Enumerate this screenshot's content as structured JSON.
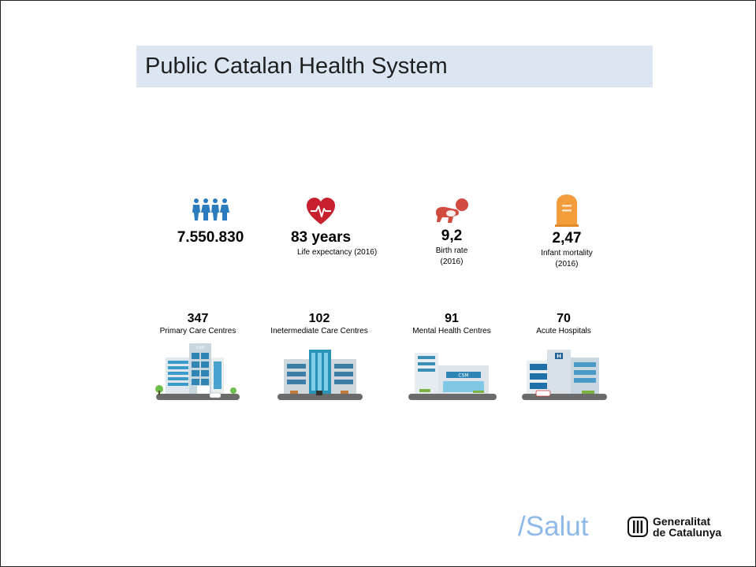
{
  "title": "Public Catalan Health System",
  "stats": [
    {
      "icon": "people-icon",
      "value": "7.550.830",
      "label": ""
    },
    {
      "icon": "heart-pulse-icon",
      "value": "83 years",
      "label": "Life expectancy (2016)"
    },
    {
      "icon": "crawling-baby-icon",
      "value": "9,2",
      "label": "Birth rate\n(2016)"
    },
    {
      "icon": "gravestone-icon",
      "value": "2,47",
      "label": "Infant mortality\n(2016)"
    }
  ],
  "facilities": [
    {
      "icon": "primary-care-building-icon",
      "value": "347",
      "label": "Primary Care Centres",
      "sign": "CAP"
    },
    {
      "icon": "intermediate-care-building-icon",
      "value": "102",
      "label": "Inetermediate Care Centres"
    },
    {
      "icon": "mental-health-building-icon",
      "value": "91",
      "label": "Mental Health Centres",
      "sign": "CSM"
    },
    {
      "icon": "hospital-building-icon",
      "value": "70",
      "label": "Acute Hospitals",
      "sign": "H"
    }
  ],
  "footer": {
    "salut": "/Salut",
    "generalitat_line1": "Generalitat",
    "generalitat_line2": "de Catalunya"
  },
  "colors": {
    "title_bg": "#dce6f2",
    "people": "#2b7bbf",
    "heart": "#c8202f",
    "baby": "#d24b3f",
    "gravestone": "#f39c3c",
    "salut": "#8fb9e8"
  }
}
